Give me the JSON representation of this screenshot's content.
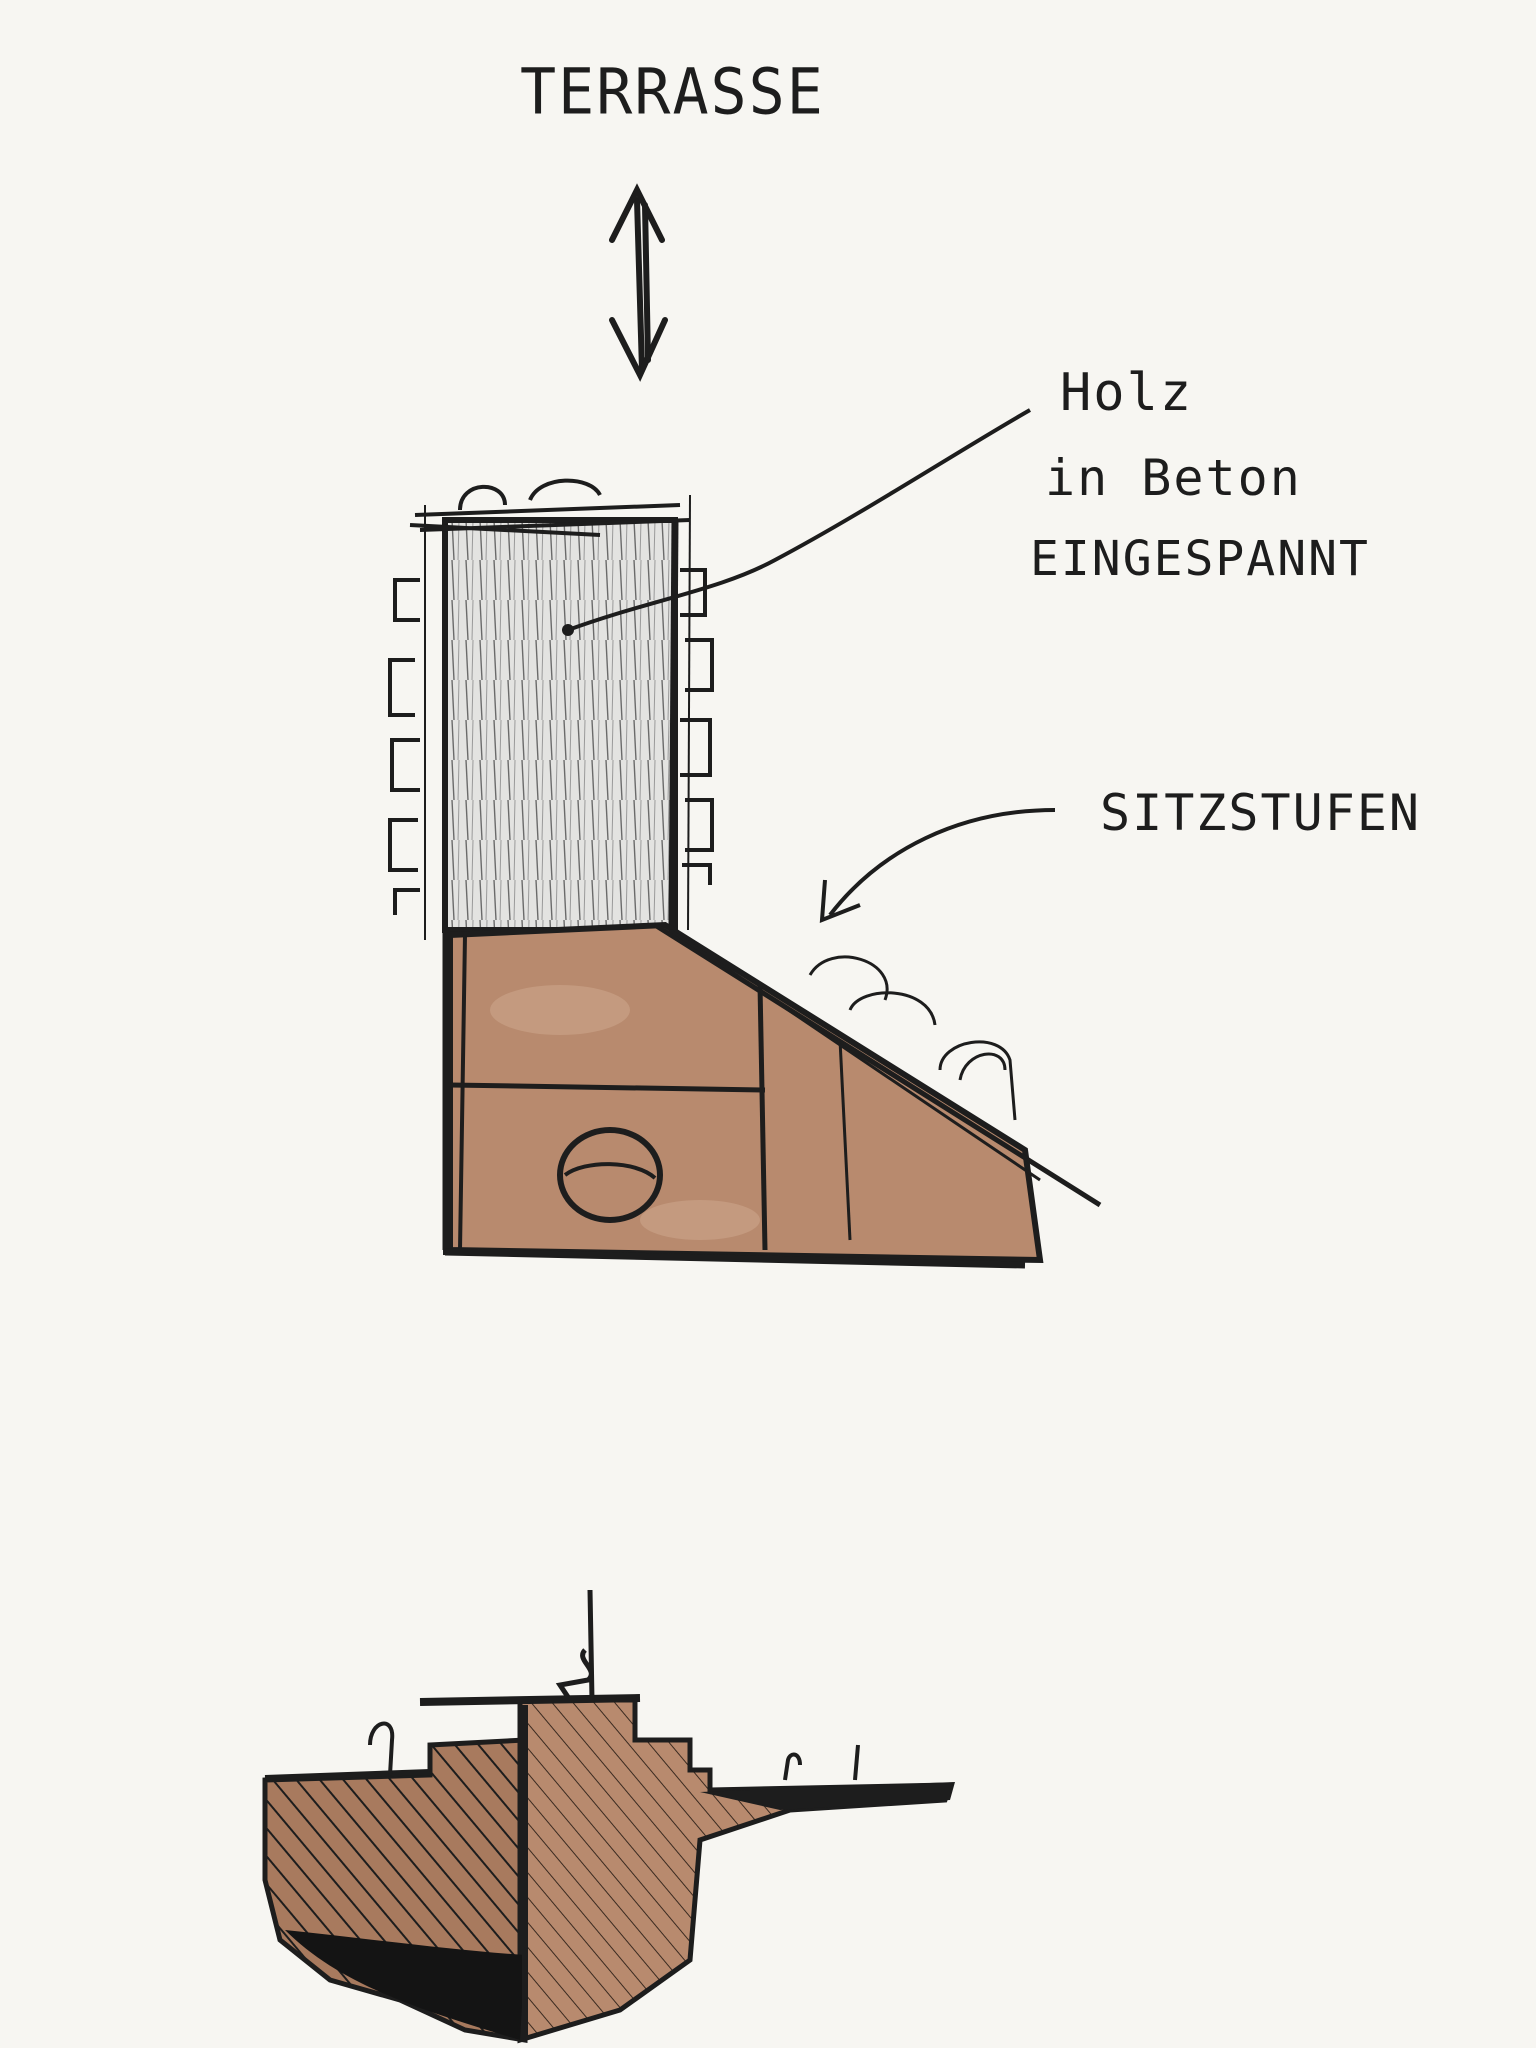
{
  "labels": {
    "terrace": "TERRASSE",
    "wood_line1": "Holz",
    "wood_line2": "in Beton",
    "wood_line3": "EINGESPANNT",
    "seats": "SITZSTUFEN"
  },
  "colors": {
    "paper": "#f7f6f2",
    "ink": "#1d1d1d",
    "wash": "#b88a6e",
    "wash_dark": "#9c6d52",
    "wood_grey": "#dcdcda"
  }
}
